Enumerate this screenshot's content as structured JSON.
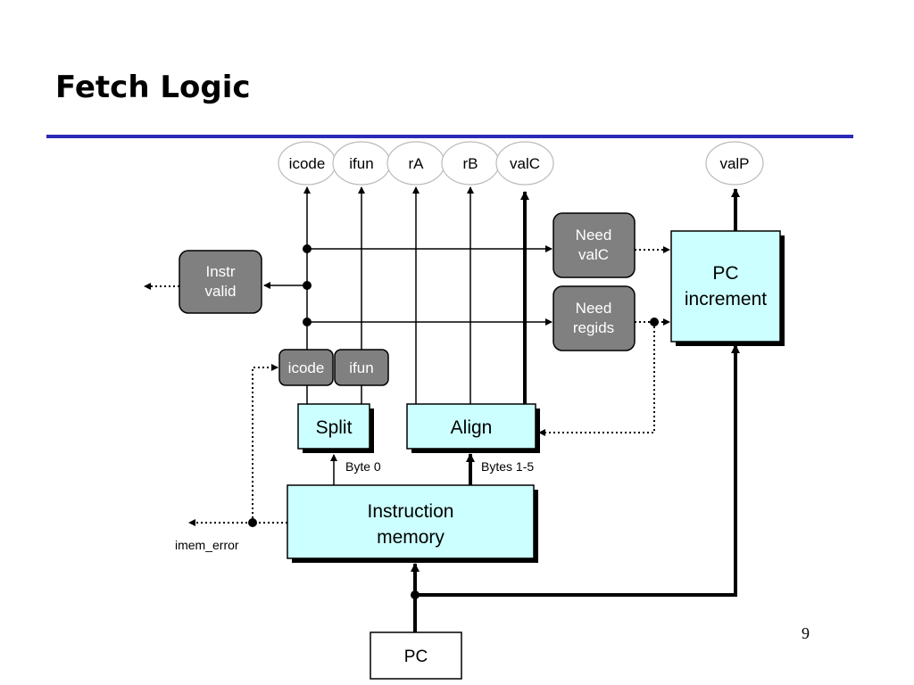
{
  "slide": {
    "title": "Fetch Logic",
    "page_number": "9"
  },
  "diagram": {
    "outputs": {
      "icode": "icode",
      "ifun": "ifun",
      "rA": "rA",
      "rB": "rB",
      "valC": "valC",
      "valP": "valP"
    },
    "blocks": {
      "instr_valid": [
        "Instr",
        "valid"
      ],
      "need_valc": [
        "Need",
        "valC"
      ],
      "need_regids": [
        "Need",
        "regids"
      ],
      "pc_increment": [
        "PC",
        "increment"
      ],
      "icode_reg": "icode",
      "ifun_reg": "ifun",
      "split": "Split",
      "align": "Align",
      "instruction_memory": [
        "Instruction",
        "memory"
      ],
      "pc": "PC"
    },
    "labels": {
      "byte0": "Byte 0",
      "bytes15": "Bytes 1-5",
      "imem_error": "imem_error"
    },
    "colors": {
      "cyan_block": "#ccffff",
      "gray_block": "#808080",
      "title_rule": "#2a2ab8"
    }
  }
}
